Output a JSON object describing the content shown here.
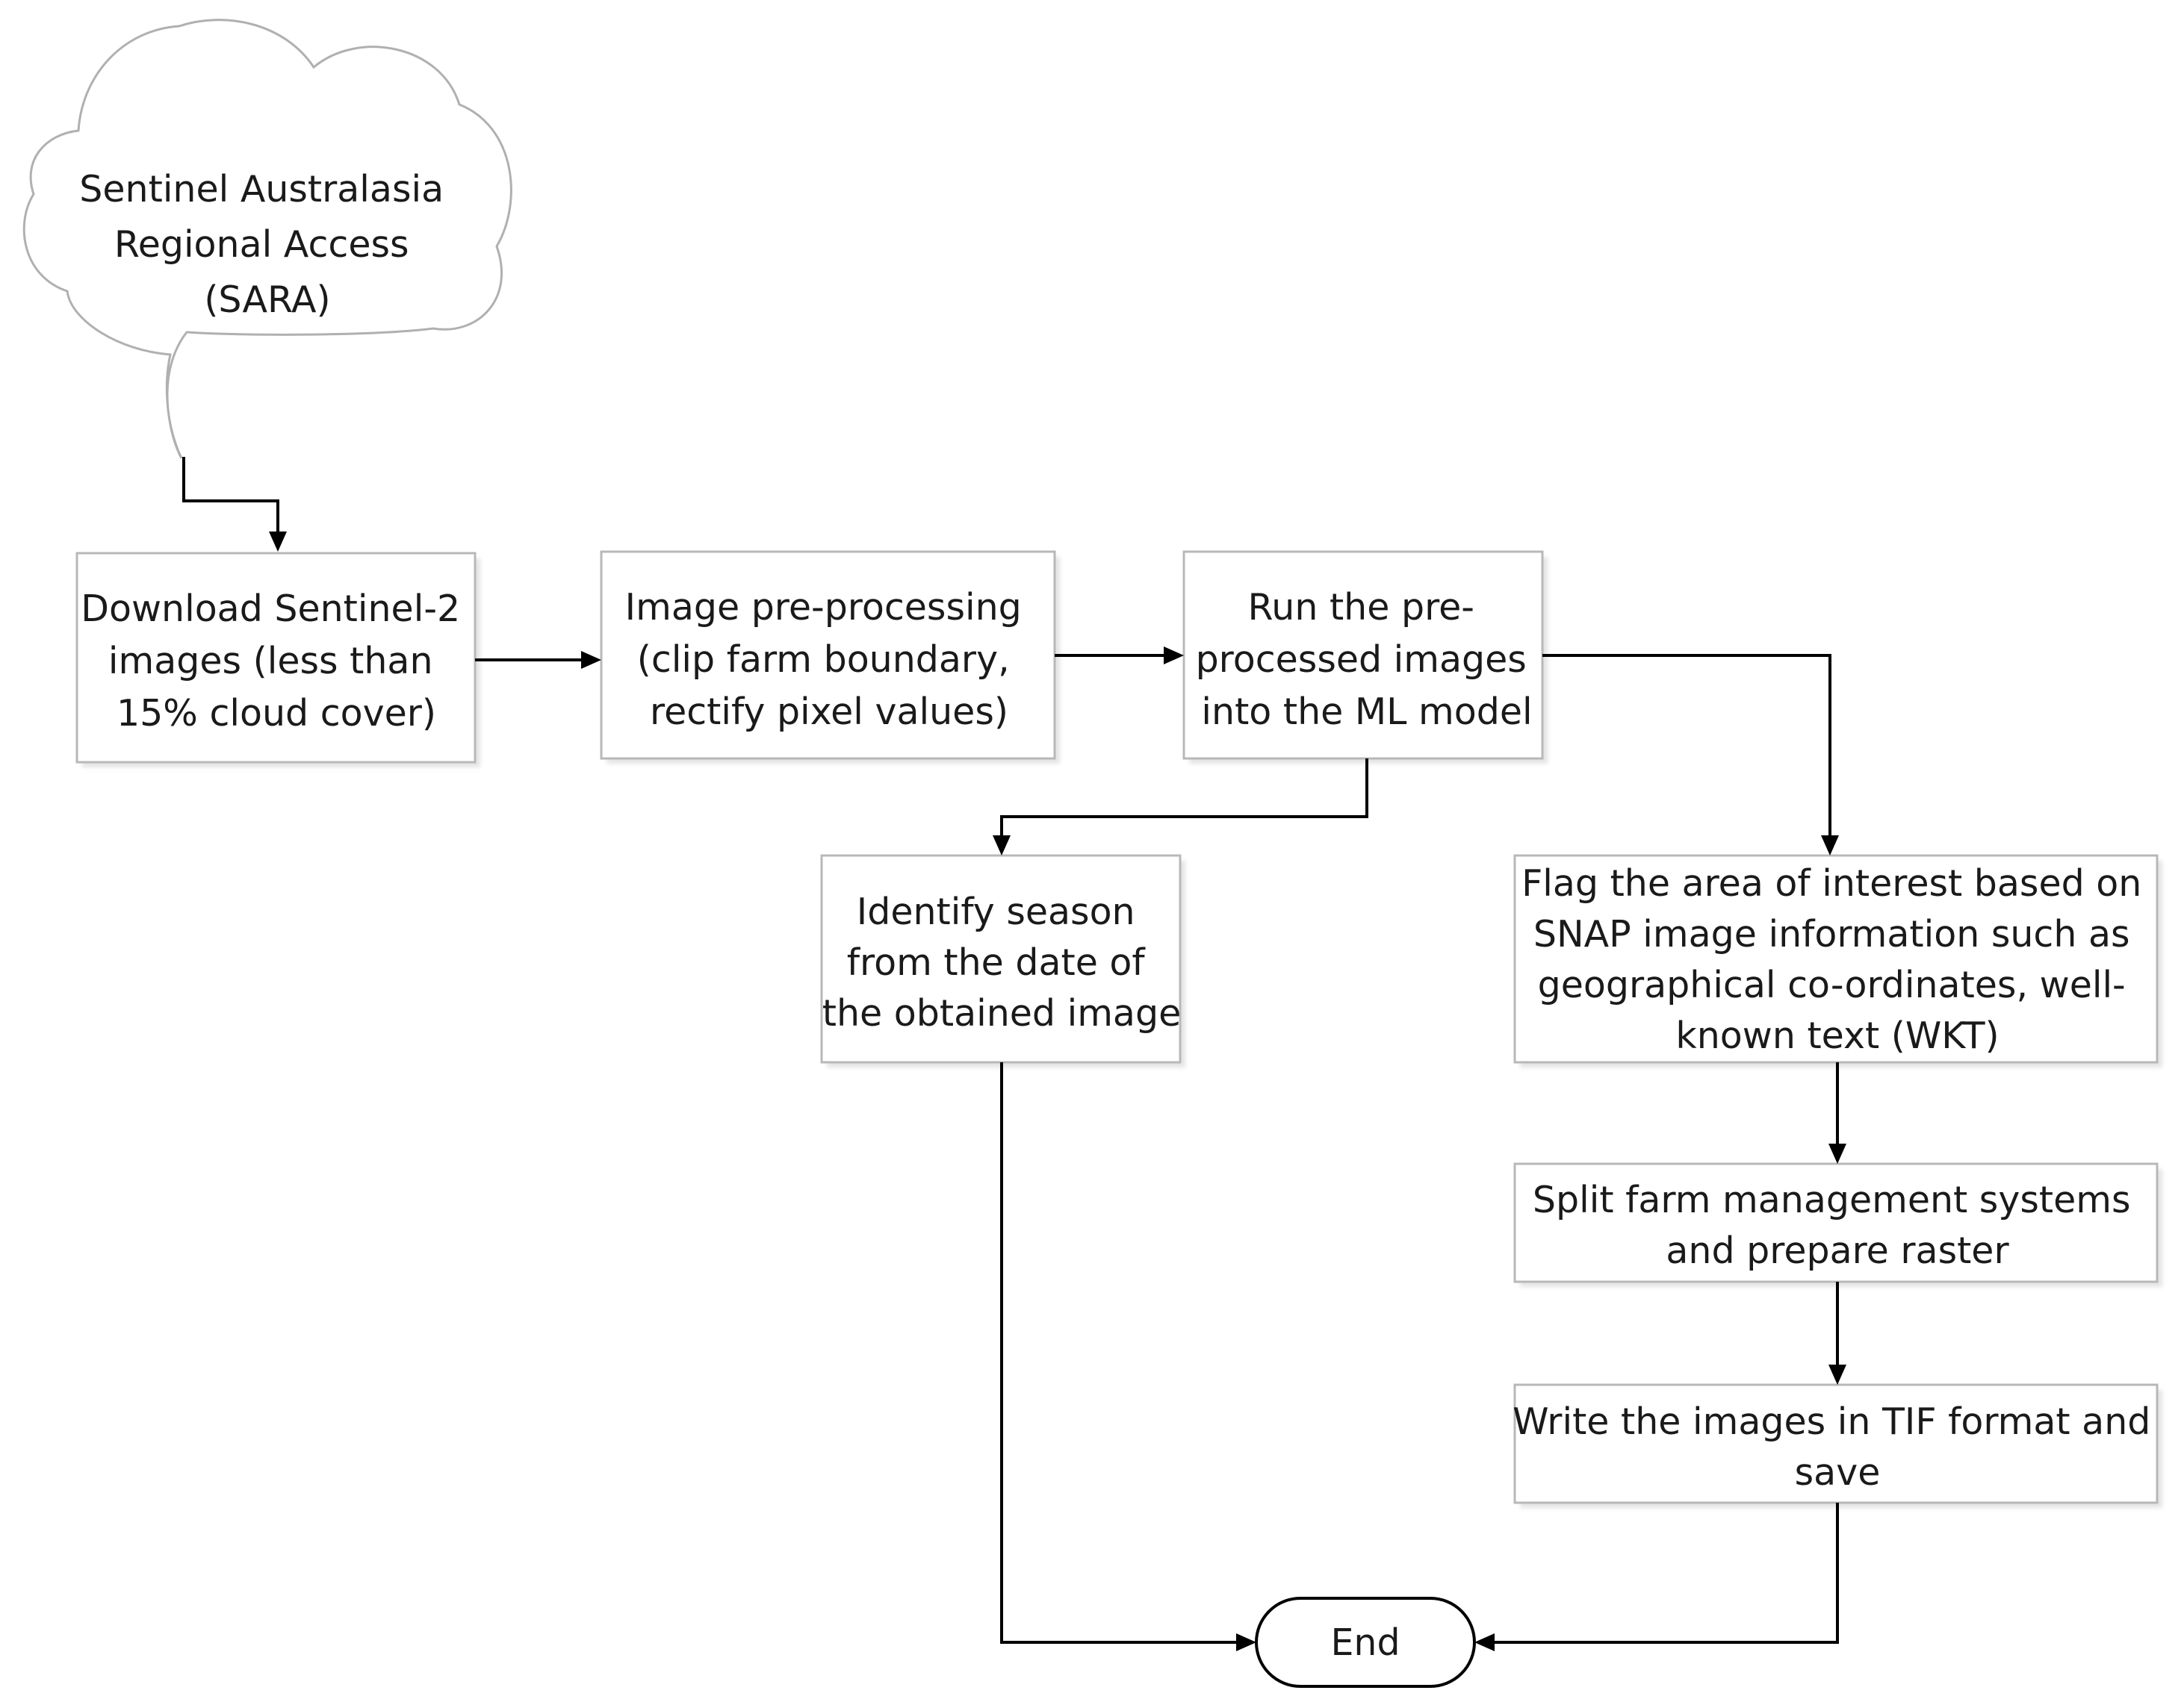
{
  "nodes": {
    "sara": {
      "lines": [
        "Sentinel Australasia",
        "Regional Access",
        "(SARA)"
      ]
    },
    "download": {
      "lines": [
        "Download Sentinel-2",
        "images (less than",
        "15% cloud cover)"
      ]
    },
    "preprocess": {
      "lines": [
        "Image pre-processing",
        "(clip farm boundary,",
        "rectify pixel values)"
      ]
    },
    "run_model": {
      "lines": [
        "Run the pre-",
        "processed images",
        "into the ML model"
      ]
    },
    "identify_season": {
      "lines": [
        "Identify season",
        "from the date of",
        "the obtained image"
      ]
    },
    "flag_area": {
      "lines": [
        "Flag the area of interest based on",
        "SNAP image information such as",
        "geographical co-ordinates, well-",
        "known text (WKT)"
      ]
    },
    "split_farm": {
      "lines": [
        "Split farm management systems",
        "and prepare raster"
      ]
    },
    "write_images": {
      "lines": [
        "Write the images in TIF format and",
        "save"
      ]
    },
    "end": {
      "label": "End"
    }
  }
}
